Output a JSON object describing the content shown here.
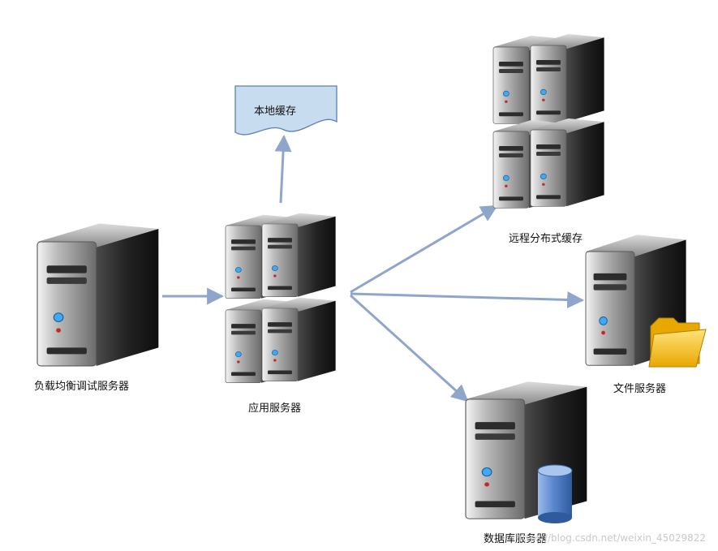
{
  "nodes": {
    "load_balancer": {
      "label": "负载均衡调试服务器"
    },
    "app_server": {
      "label": "应用服务器"
    },
    "local_cache": {
      "label": "本地缓存"
    },
    "remote_cache": {
      "label": "远程分布式缓存"
    },
    "file_server": {
      "label": "文件服务器"
    },
    "db_server": {
      "label": "数据库服务器"
    }
  },
  "watermark": "https://blog.csdn.net/weixin_45029822",
  "colors": {
    "connector": "#8fa6cc",
    "flag_fill": "#c8dcf0",
    "flag_stroke": "#5b7fb2",
    "server_dark": "#1d1d1d",
    "server_light": "#e6e6e6",
    "folder": "#f5c21b",
    "cylinder": "#4f7dc4"
  },
  "icons": [
    "server-icon",
    "server-rack-icon",
    "folder-icon",
    "database-cylinder-icon",
    "document-flag-icon"
  ]
}
